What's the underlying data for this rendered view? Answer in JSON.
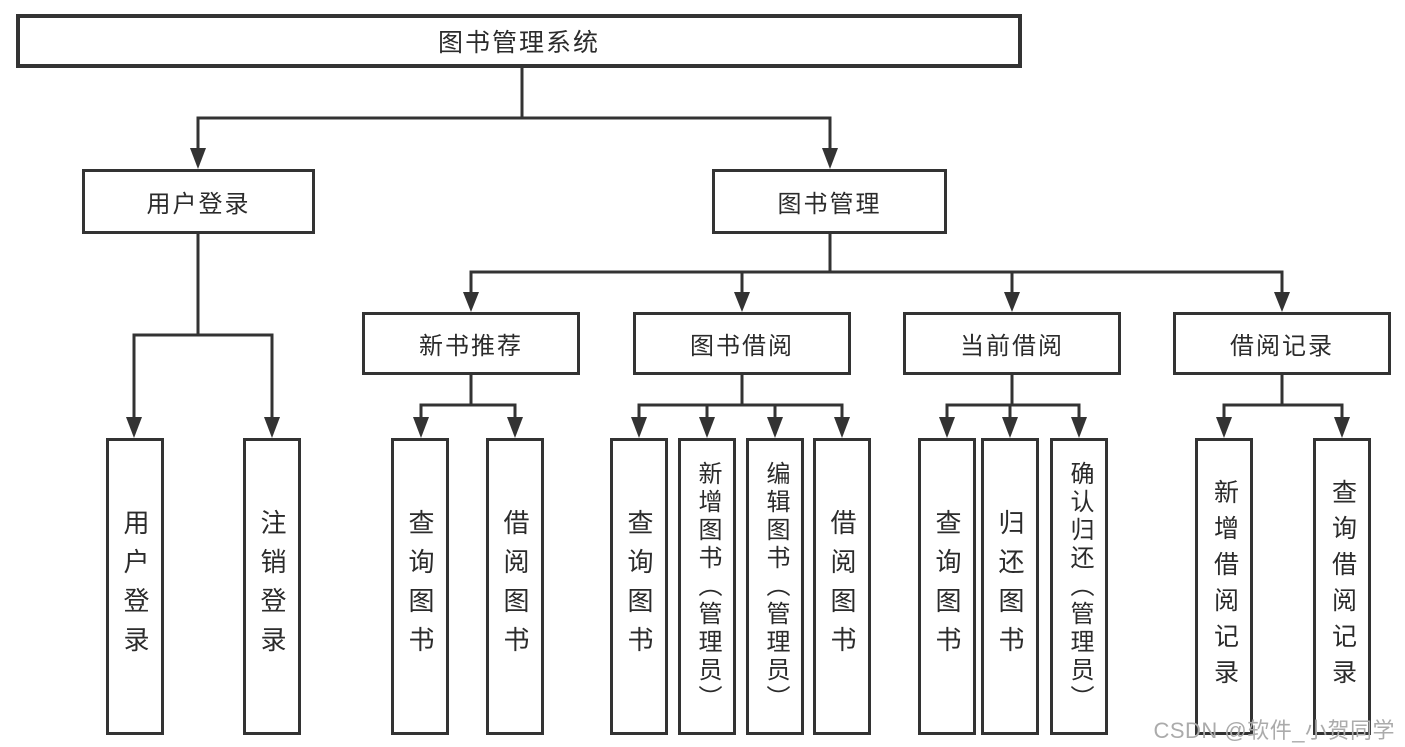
{
  "root": {
    "label": "图书管理系统"
  },
  "level2": {
    "user_login": {
      "label": "用户登录"
    },
    "book_mgmt": {
      "label": "图书管理"
    }
  },
  "level3": {
    "new_books": {
      "label": "新书推荐"
    },
    "book_borrow": {
      "label": "图书借阅"
    },
    "current_borrow": {
      "label": "当前借阅"
    },
    "borrow_records": {
      "label": "借阅记录"
    }
  },
  "leaves": {
    "login": [
      "用户登录",
      "注销登录"
    ],
    "new_books": [
      "查询图书",
      "借阅图书"
    ],
    "book_borrow": [
      "查询图书",
      "新增图书（管理员）",
      "编辑图书（管理员）",
      "借阅图书"
    ],
    "current_borrow": [
      "查询图书",
      "归还图书",
      "确认归还（管理员）"
    ],
    "borrow_records": [
      "新增借阅记录",
      "查询借阅记录"
    ]
  },
  "watermark": {
    "text": "CSDN @软件_小贺同学"
  },
  "colors": {
    "line": "#333333",
    "text": "#2b2b2b",
    "box_fill": "#ffffff",
    "watermark": "#ababab"
  }
}
